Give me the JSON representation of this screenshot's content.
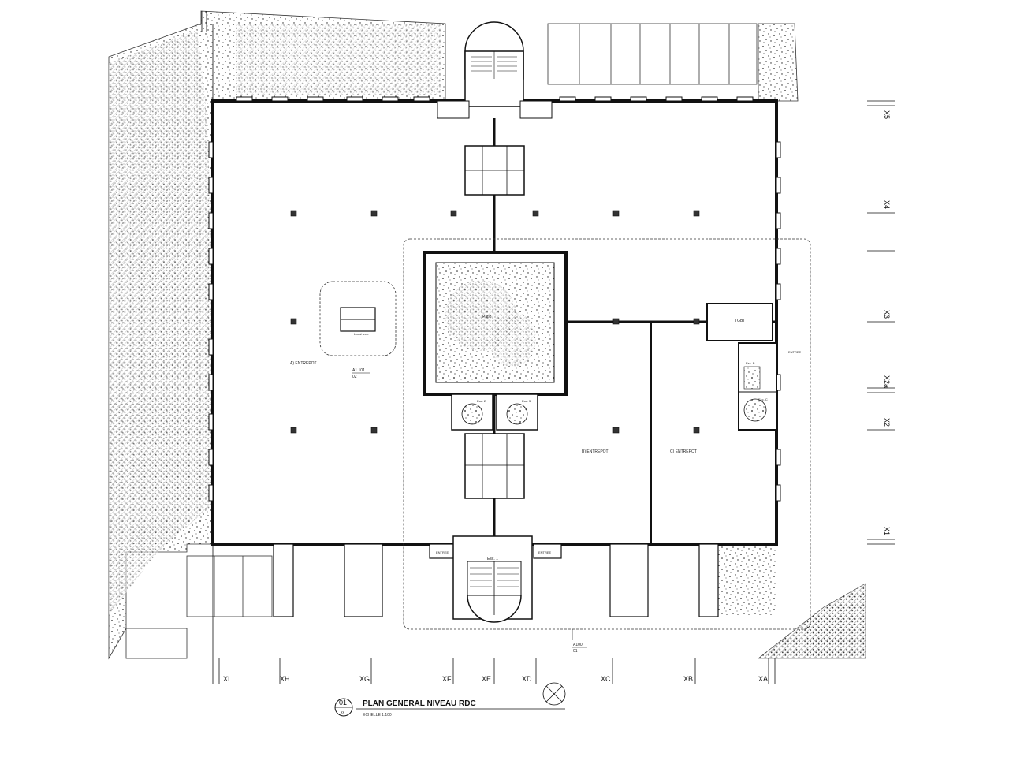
{
  "title": {
    "number": "01",
    "sheet": "xx",
    "text": "PLAN GENERAL NIVEAU RDC",
    "scale": "ECHELLE 1:100"
  },
  "grid_bottom": [
    "XI",
    "XH",
    "XG",
    "XF",
    "XE",
    "XD",
    "XC",
    "XB",
    "XA"
  ],
  "grid_right": [
    "X5",
    "X4",
    "X3",
    "X2a",
    "X2",
    "X1"
  ],
  "rooms": {
    "entrepot_a": "A) ENTREPOT",
    "entrepot_b": "B) ENTREPOT",
    "entrepot_c": "C) ENTREPOT",
    "tgbt": "TGBT",
    "patio": "Patio",
    "tech": "Local tech.",
    "esc1": "Esc. 1",
    "esc2": "Esc. 2",
    "esc3": "Esc. 3",
    "escb": "Esc. B",
    "escc": "Esc. C",
    "entree1": "ENTREE",
    "entree2": "ENTREE",
    "entree3": "ENTREE",
    "ref1": "A1.101",
    "ref1b": "02",
    "ref2": "A100",
    "ref2b": "01"
  },
  "colors": {
    "line": "#1a1a1a",
    "hatch": "#8a8a8a",
    "bg": "#ffffff"
  }
}
